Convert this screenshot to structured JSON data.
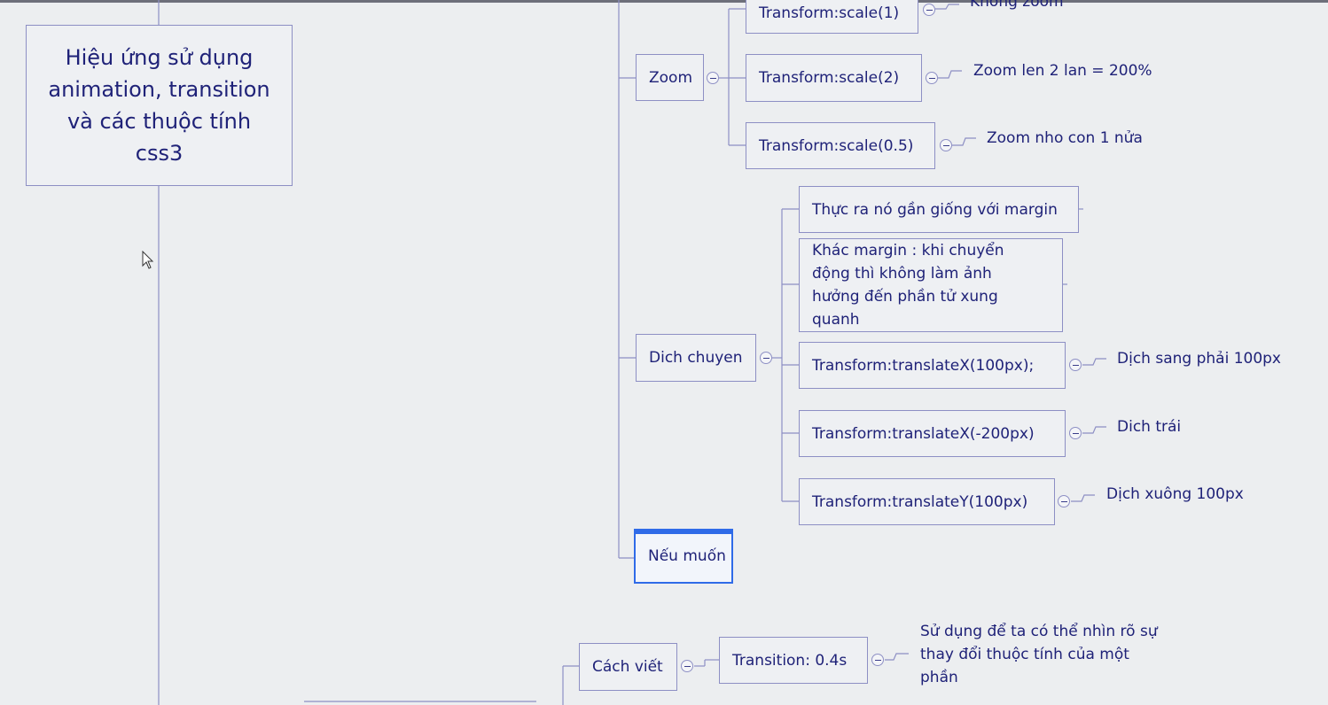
{
  "root": {
    "text": "Hiệu ứng sử dụng animation, transition và các thuộc tính css3"
  },
  "zoom": {
    "label": "Zoom",
    "children": [
      {
        "label": "Transform:scale(1)",
        "note": "Không zoom"
      },
      {
        "label": "Transform:scale(2)",
        "note": "Zoom len 2 lan = 200%"
      },
      {
        "label": "Transform:scale(0.5)",
        "note": "Zoom nho con 1 nửa"
      }
    ]
  },
  "dich_chuyen": {
    "label": "Dich chuyen",
    "children": [
      {
        "label": "Thực ra nó gần giống với margin",
        "note": ""
      },
      {
        "label": "Khác margin : khi chuyển động thì không làm ảnh hưởng đến phần tử xung quanh",
        "note": ""
      },
      {
        "label": "Transform:translateX(100px);",
        "note": "Dịch sang phải 100px"
      },
      {
        "label": "Transform:translateX(-200px)",
        "note": "Dich trái"
      },
      {
        "label": "Transform:translateY(100px)",
        "note": "Dịch xuông 100px"
      }
    ]
  },
  "editing_node": {
    "text": "Nếu muốn"
  },
  "cach_viet": {
    "label": "Cách viết",
    "children": [
      {
        "label": "Transition: 0.4s",
        "note": "Sử dụng để ta có thể nhìn rõ sự thay đổi thuộc tính của một phần"
      }
    ]
  },
  "colors": {
    "background": "#eceef0",
    "node_border": "#8d8fc4",
    "text": "#1f2278",
    "edit_highlight": "#2f6be8"
  },
  "icons": [
    "collapse-icon",
    "mouse-cursor-icon",
    "text-caret-icon"
  ]
}
